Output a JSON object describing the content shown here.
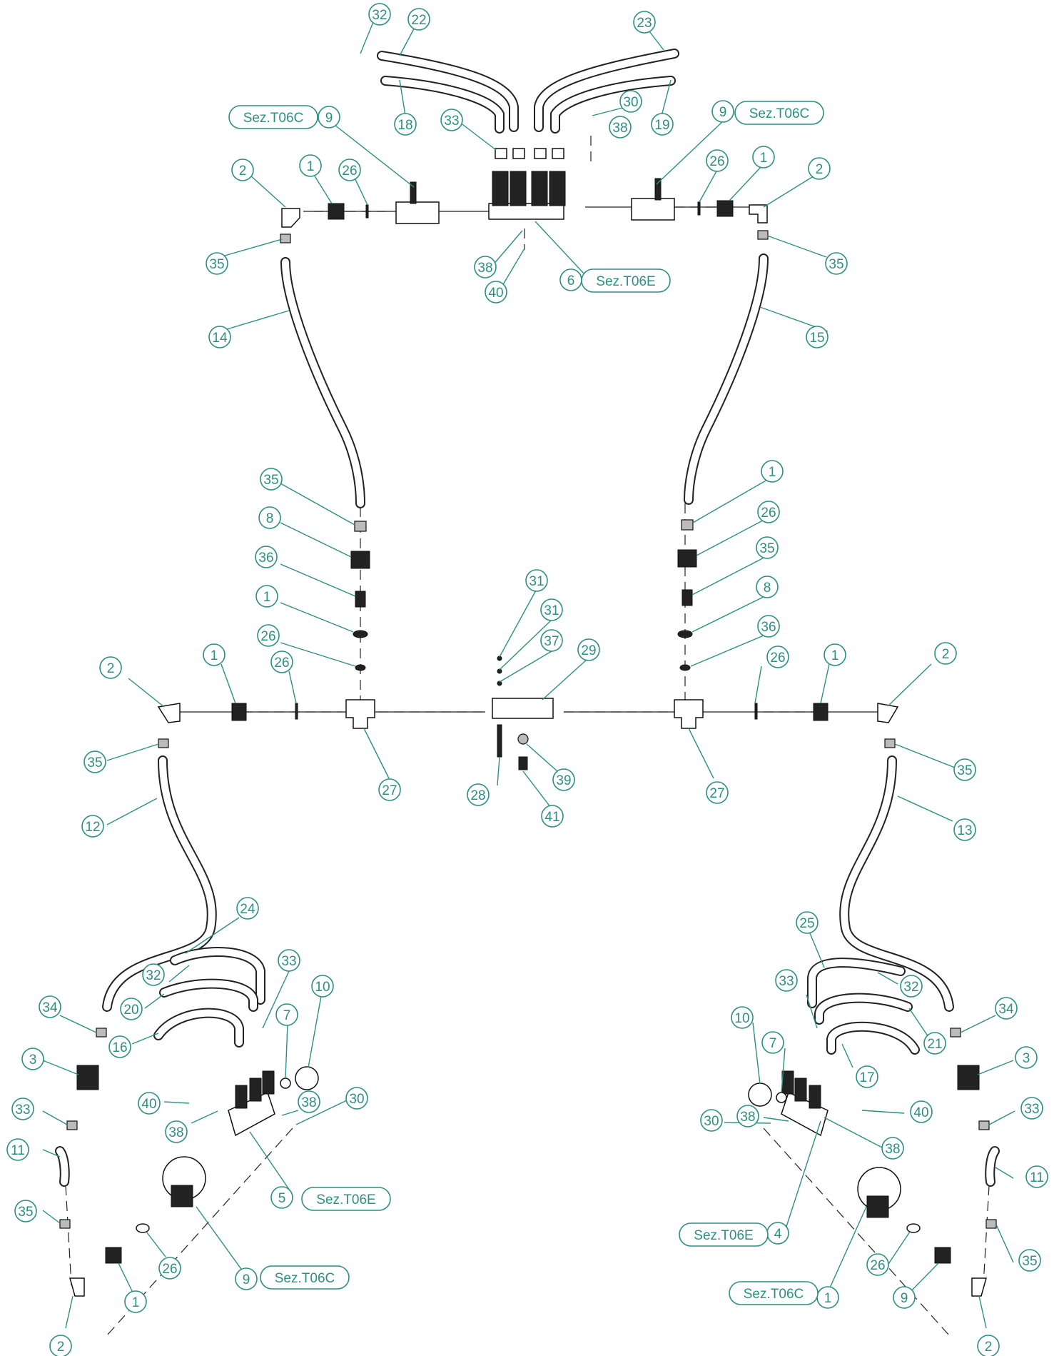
{
  "callouts": [
    {
      "n": "32"
    },
    {
      "n": "22"
    },
    {
      "n": "23"
    },
    {
      "n": "18"
    },
    {
      "n": "33"
    },
    {
      "n": "30"
    },
    {
      "n": "38"
    },
    {
      "n": "19"
    },
    {
      "n": "9"
    },
    {
      "n": "9"
    },
    {
      "n": "2"
    },
    {
      "n": "1"
    },
    {
      "n": "26"
    },
    {
      "n": "26"
    },
    {
      "n": "1"
    },
    {
      "n": "2"
    },
    {
      "n": "35"
    },
    {
      "n": "35"
    },
    {
      "n": "38"
    },
    {
      "n": "40"
    },
    {
      "n": "6"
    },
    {
      "n": "14"
    },
    {
      "n": "15"
    },
    {
      "n": "35"
    },
    {
      "n": "1"
    },
    {
      "n": "8"
    },
    {
      "n": "26"
    },
    {
      "n": "36"
    },
    {
      "n": "35"
    },
    {
      "n": "1"
    },
    {
      "n": "8"
    },
    {
      "n": "26"
    },
    {
      "n": "36"
    },
    {
      "n": "31"
    },
    {
      "n": "31"
    },
    {
      "n": "37"
    },
    {
      "n": "29"
    },
    {
      "n": "2"
    },
    {
      "n": "1"
    },
    {
      "n": "26"
    },
    {
      "n": "26"
    },
    {
      "n": "1"
    },
    {
      "n": "2"
    },
    {
      "n": "35"
    },
    {
      "n": "35"
    },
    {
      "n": "27"
    },
    {
      "n": "27"
    },
    {
      "n": "28"
    },
    {
      "n": "39"
    },
    {
      "n": "41"
    },
    {
      "n": "12"
    },
    {
      "n": "13"
    },
    {
      "n": "24"
    },
    {
      "n": "25"
    },
    {
      "n": "33"
    },
    {
      "n": "10"
    },
    {
      "n": "32"
    },
    {
      "n": "20"
    },
    {
      "n": "7"
    },
    {
      "n": "16"
    },
    {
      "n": "34"
    },
    {
      "n": "3"
    },
    {
      "n": "40"
    },
    {
      "n": "38"
    },
    {
      "n": "38"
    },
    {
      "n": "30"
    },
    {
      "n": "33"
    },
    {
      "n": "11"
    },
    {
      "n": "5"
    },
    {
      "n": "35"
    },
    {
      "n": "26"
    },
    {
      "n": "1"
    },
    {
      "n": "9"
    },
    {
      "n": "2"
    },
    {
      "n": "33"
    },
    {
      "n": "32"
    },
    {
      "n": "10"
    },
    {
      "n": "7"
    },
    {
      "n": "21"
    },
    {
      "n": "34"
    },
    {
      "n": "17"
    },
    {
      "n": "3"
    },
    {
      "n": "40"
    },
    {
      "n": "30"
    },
    {
      "n": "38"
    },
    {
      "n": "33"
    },
    {
      "n": "38"
    },
    {
      "n": "11"
    },
    {
      "n": "4"
    },
    {
      "n": "35"
    },
    {
      "n": "26"
    },
    {
      "n": "9"
    },
    {
      "n": "1"
    },
    {
      "n": "2"
    }
  ],
  "section_refs": [
    {
      "label": "Sez.T06C"
    },
    {
      "label": "Sez.T06C"
    },
    {
      "label": "Sez.T06E"
    },
    {
      "label": "Sez.T06E"
    },
    {
      "label": "Sez.T06C"
    },
    {
      "label": "Sez.T06E"
    },
    {
      "label": "Sez.T06C"
    }
  ]
}
